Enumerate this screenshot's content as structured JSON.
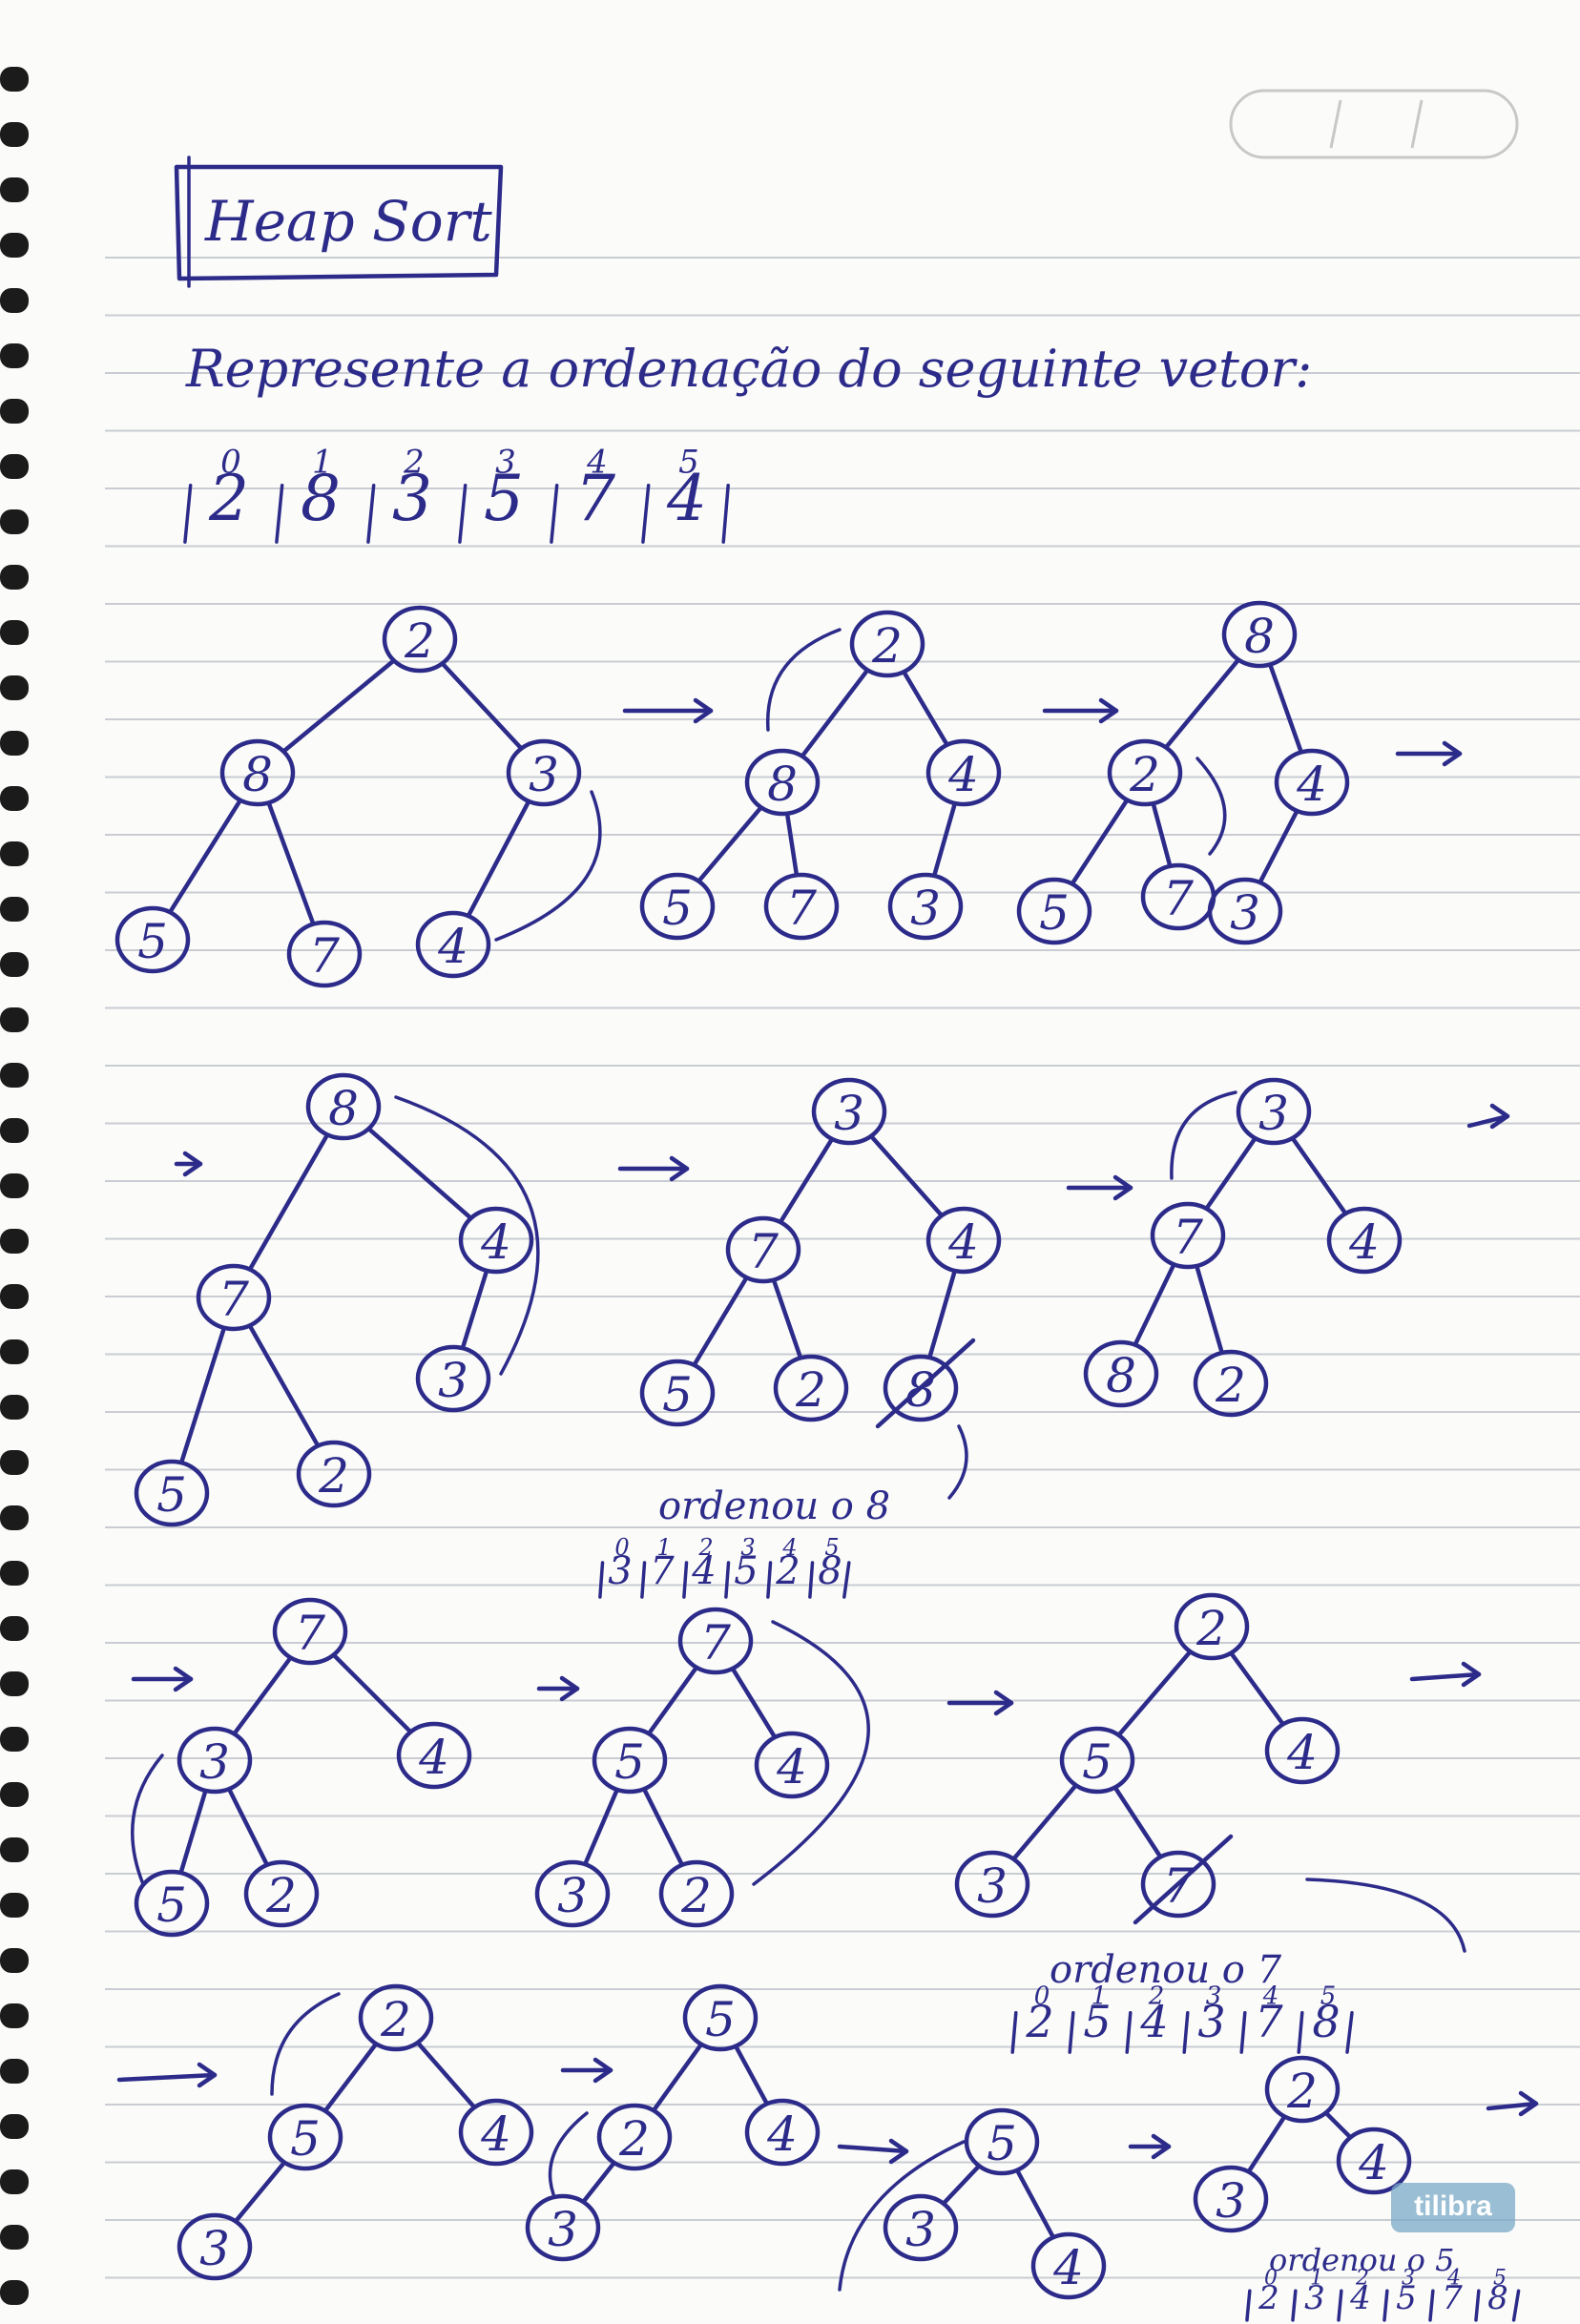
{
  "title": "Heap Sort",
  "instruction": "Represente a ordenação do seguinte vetor:",
  "vector": {
    "indices": [
      "0",
      "1",
      "2",
      "3",
      "4",
      "5"
    ],
    "values": [
      "2",
      "8",
      "3",
      "5",
      "7",
      "4"
    ]
  },
  "notes": [
    {
      "text": "ordenou o 8",
      "indices": [
        "0",
        "1",
        "2",
        "3",
        "4",
        "5"
      ],
      "values": [
        "3",
        "7",
        "4",
        "5",
        "2",
        "8"
      ]
    },
    {
      "text": "ordenou o 7",
      "indices": [
        "0",
        "1",
        "2",
        "3",
        "4",
        "5"
      ],
      "values": [
        "2",
        "5",
        "4",
        "3",
        "7",
        "8"
      ]
    },
    {
      "text": "ordenou o 5",
      "indices": [
        "0",
        "1",
        "2",
        "3",
        "4",
        "5"
      ],
      "values": [
        "2",
        "3",
        "4",
        "5",
        "7",
        "8"
      ]
    }
  ],
  "brand": "tilibra",
  "colors": {
    "ink": "#2c2b8a",
    "rule": "#c9ccd2",
    "paper": "#fbfbf9"
  }
}
